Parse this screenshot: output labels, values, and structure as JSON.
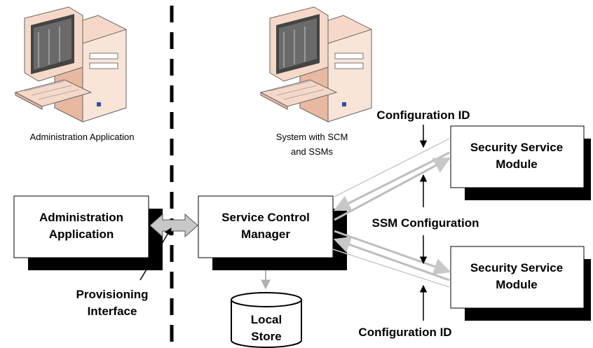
{
  "computers": {
    "admin_caption": "Administration Application",
    "system_caption_line1": "System with SCM",
    "system_caption_line2": "and SSMs"
  },
  "boxes": {
    "admin_app": [
      "Administration",
      "Application"
    ],
    "scm": [
      "Service Control",
      "Manager"
    ],
    "ssm_top": [
      "Security Service",
      "Module"
    ],
    "ssm_bottom": [
      "Security Service",
      "Module"
    ]
  },
  "database": {
    "line1": "Local",
    "line2": "Store"
  },
  "labels": {
    "config_id_top": "Configuration ID",
    "config_id_bottom": "Configuration ID",
    "ssm_configuration": "SSM Configuration",
    "provisioning_line1": "Provisioning",
    "provisioning_line2": "Interface"
  },
  "colors": {
    "shadow": "#000000",
    "monitor_beige": "#F6D8C8",
    "monitor_side": "#E8B8A0",
    "arrow_gray": "#B8B8B8",
    "connector_gray": "#C8C8C8"
  }
}
